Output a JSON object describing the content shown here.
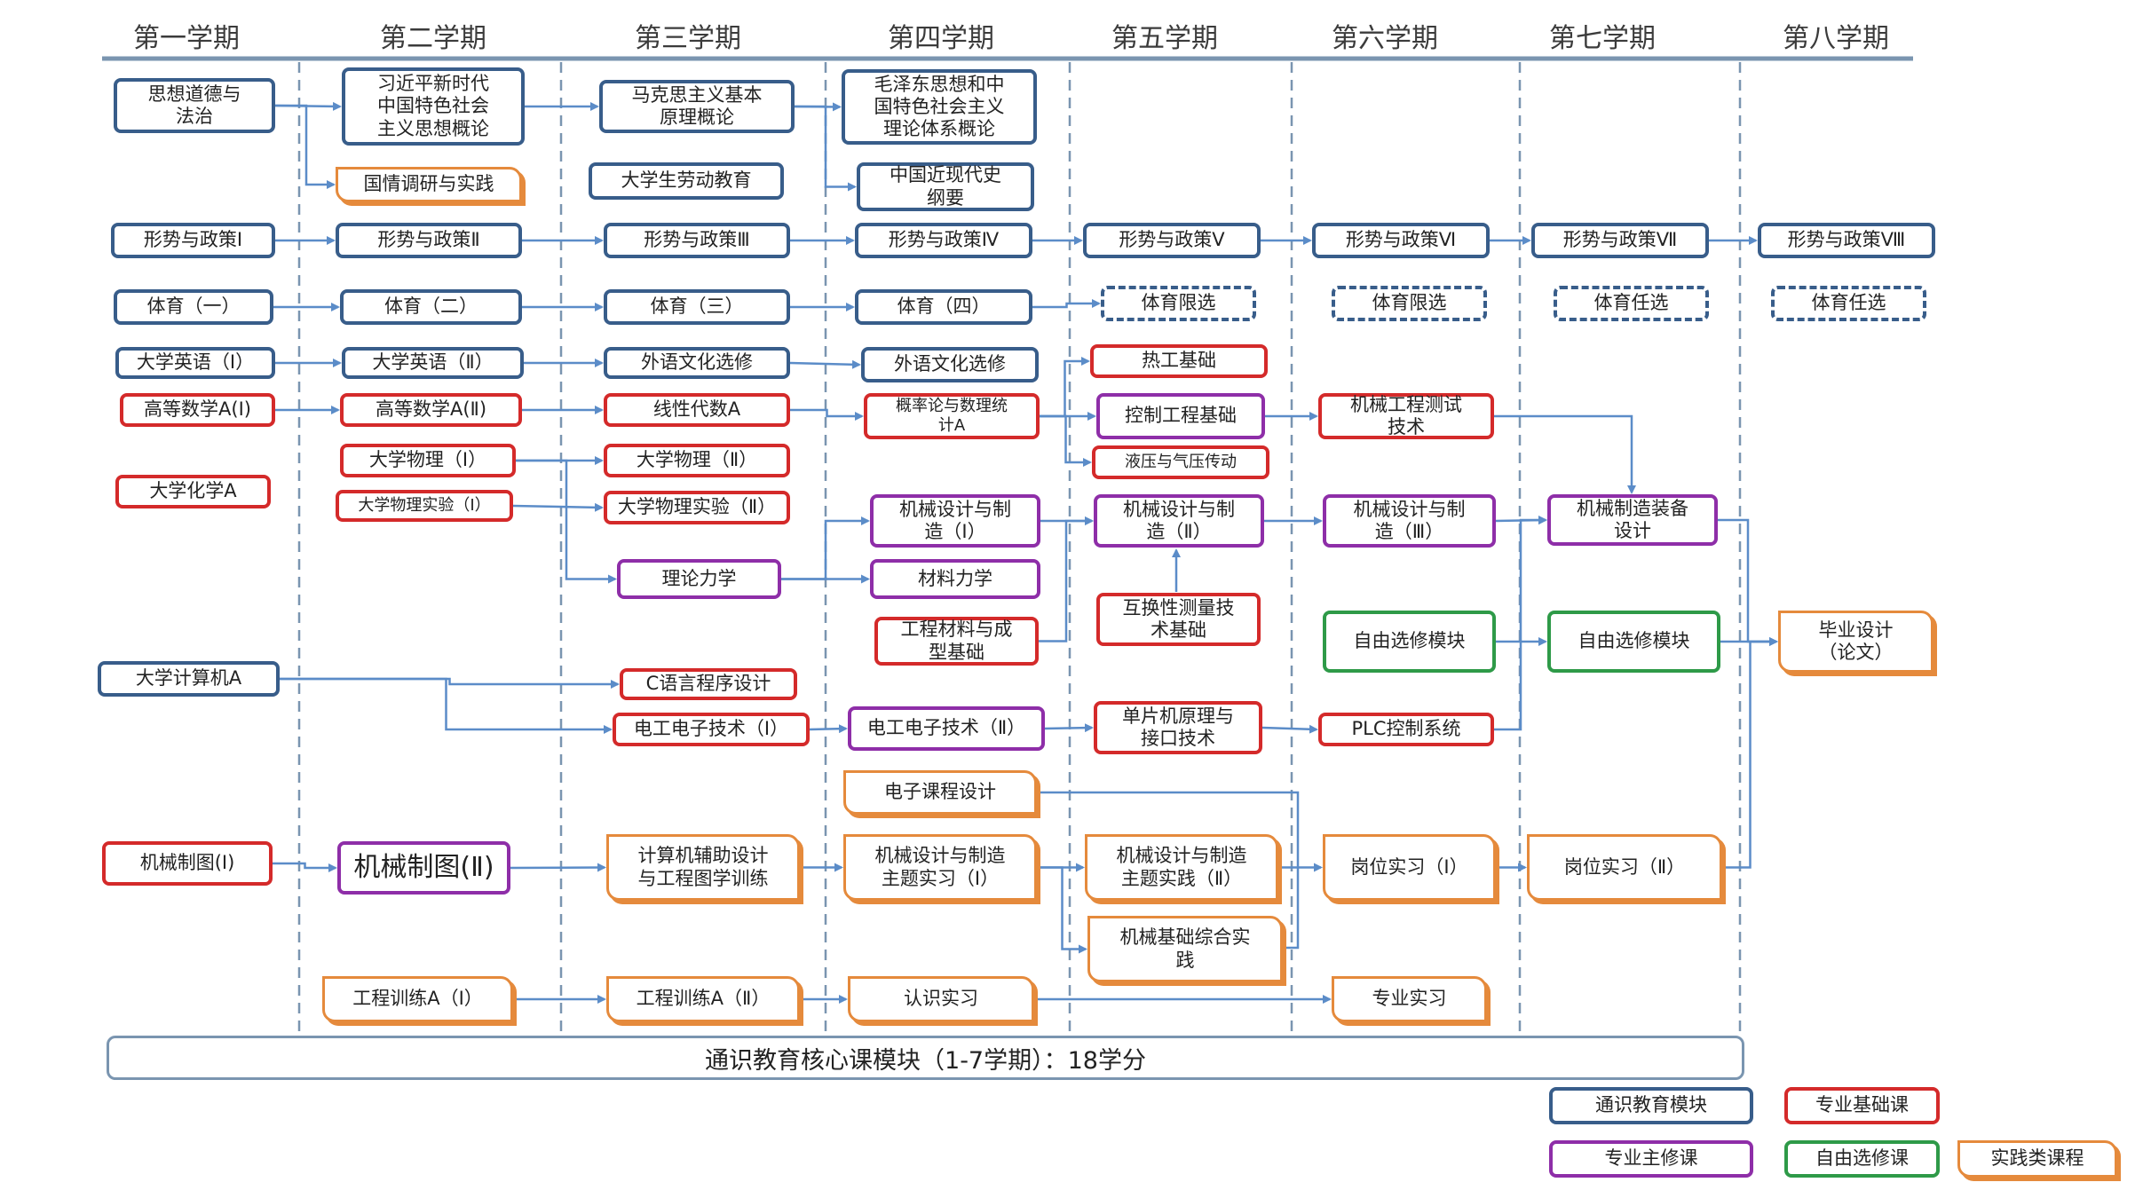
{
  "semesters": [
    "第一学期",
    "第二学期",
    "第三学期",
    "第四学期",
    "第五学期",
    "第六学期",
    "第七学期",
    "第八学期"
  ],
  "courses": {
    "c1": {
      "label": "思想道德与\n法治",
      "type": "blue"
    },
    "c2": {
      "label": "习近平新时代\n中国特色社会\n主义思想概论",
      "type": "blue"
    },
    "c3": {
      "label": "马克思主义基本\n原理概论",
      "type": "blue"
    },
    "c4": {
      "label": "毛泽东思想和中\n国特色社会主义\n理论体系概论",
      "type": "blue"
    },
    "c5": {
      "label": "国情调研与实践",
      "type": "orange"
    },
    "c6": {
      "label": "大学生劳动教育",
      "type": "blue"
    },
    "c7": {
      "label": "中国近现代史\n纲要",
      "type": "blue"
    },
    "s1": {
      "label": "形势与政策Ⅰ",
      "type": "blue"
    },
    "s2": {
      "label": "形势与政策Ⅱ",
      "type": "blue"
    },
    "s3": {
      "label": "形势与政策Ⅲ",
      "type": "blue"
    },
    "s4": {
      "label": "形势与政策Ⅳ",
      "type": "blue"
    },
    "s5": {
      "label": "形势与政策Ⅴ",
      "type": "blue"
    },
    "s6": {
      "label": "形势与政策Ⅵ",
      "type": "blue"
    },
    "s7": {
      "label": "形势与政策Ⅶ",
      "type": "blue"
    },
    "s8": {
      "label": "形势与政策Ⅷ",
      "type": "blue"
    },
    "p1": {
      "label": "体育（一）",
      "type": "blue"
    },
    "p2": {
      "label": "体育（二）",
      "type": "blue"
    },
    "p3": {
      "label": "体育（三）",
      "type": "blue"
    },
    "p4": {
      "label": "体育（四）",
      "type": "blue"
    },
    "p5": {
      "label": "体育限选",
      "type": "blue-dash"
    },
    "p6": {
      "label": "体育限选",
      "type": "blue-dash"
    },
    "p7": {
      "label": "体育任选",
      "type": "blue-dash"
    },
    "p8": {
      "label": "体育任选",
      "type": "blue-dash"
    },
    "e1": {
      "label": "大学英语（Ⅰ）",
      "type": "blue"
    },
    "e2": {
      "label": "大学英语（Ⅱ）",
      "type": "blue"
    },
    "e3": {
      "label": "外语文化选修",
      "type": "blue"
    },
    "e4": {
      "label": "外语文化选修",
      "type": "blue"
    },
    "rg": {
      "label": "热工基础",
      "type": "red"
    },
    "m1": {
      "label": "高等数学A(Ⅰ)",
      "type": "red"
    },
    "m2": {
      "label": "高等数学A(Ⅱ)",
      "type": "red"
    },
    "m3": {
      "label": "线性代数A",
      "type": "red"
    },
    "m4": {
      "label": "概率论与数理统\n计A",
      "type": "red"
    },
    "kz": {
      "label": "控制工程基础",
      "type": "purple"
    },
    "cs": {
      "label": "机械工程测试\n技术",
      "type": "red"
    },
    "yy": {
      "label": "液压与气压传动",
      "type": "red"
    },
    "wl1": {
      "label": "大学物理（Ⅰ）",
      "type": "red"
    },
    "wl2": {
      "label": "大学物理（Ⅱ）",
      "type": "red"
    },
    "hx": {
      "label": "大学化学A",
      "type": "red"
    },
    "sy1": {
      "label": "大学物理实验（Ⅰ）",
      "type": "red"
    },
    "sy2": {
      "label": "大学物理实验（Ⅱ）",
      "type": "red"
    },
    "jx1": {
      "label": "机械设计与制\n造（Ⅰ）",
      "type": "purple"
    },
    "jx2": {
      "label": "机械设计与制\n造（Ⅱ）",
      "type": "purple"
    },
    "jx3": {
      "label": "机械设计与制\n造（Ⅲ）",
      "type": "purple"
    },
    "zb": {
      "label": "机械制造装备\n设计",
      "type": "purple"
    },
    "ll": {
      "label": "理论力学",
      "type": "purple"
    },
    "cl": {
      "label": "材料力学",
      "type": "purple"
    },
    "hh": {
      "label": "互换性测量技\n术基础",
      "type": "red"
    },
    "gc": {
      "label": "工程材料与成\n型基础",
      "type": "red"
    },
    "zy6": {
      "label": "自由选修模块",
      "type": "green"
    },
    "zy7": {
      "label": "自由选修模块",
      "type": "green"
    },
    "by": {
      "label": "毕业设计\n（论文）",
      "type": "orange"
    },
    "jsj": {
      "label": "大学计算机A",
      "type": "blue"
    },
    "cyy": {
      "label": "C语言程序设计",
      "type": "red"
    },
    "dg1": {
      "label": "电工电子技术（Ⅰ）",
      "type": "red"
    },
    "dg2": {
      "label": "电工电子技术（Ⅱ）",
      "type": "purple"
    },
    "dp": {
      "label": "单片机原理与\n接口技术",
      "type": "red"
    },
    "plc": {
      "label": "PLC控制系统",
      "type": "red"
    },
    "dz": {
      "label": "电子课程设计",
      "type": "orange"
    },
    "zt1": {
      "label": "机械制图(Ⅰ)",
      "type": "red"
    },
    "zt2": {
      "label": "机械制图(Ⅱ)",
      "type": "purple"
    },
    "cad": {
      "label": "计算机辅助设计\n与工程图学训练",
      "type": "orange"
    },
    "zs1": {
      "label": "机械设计与制造\n主题实习（Ⅰ）",
      "type": "orange"
    },
    "zs2": {
      "label": "机械设计与制造\n主题实践（Ⅱ）",
      "type": "orange"
    },
    "gw1": {
      "label": "岗位实习（Ⅰ）",
      "type": "orange"
    },
    "gw2": {
      "label": "岗位实习（Ⅱ）",
      "type": "orange"
    },
    "zh": {
      "label": "机械基础综合实\n践",
      "type": "orange"
    },
    "gx1": {
      "label": "工程训练A（Ⅰ）",
      "type": "orange"
    },
    "gx2": {
      "label": "工程训练A（Ⅱ）",
      "type": "orange"
    },
    "rs": {
      "label": "认识实习",
      "type": "orange"
    },
    "zysx": {
      "label": "专业实习",
      "type": "orange"
    }
  },
  "footer": "通识教育核心课模块（1-7学期）：18学分",
  "legend": [
    {
      "label": "通识教育模块",
      "color": "#385d8a"
    },
    {
      "label": "专业基础课",
      "color": "#d42a2a"
    },
    {
      "label": "专业主修课",
      "color": "#8e2ea8"
    },
    {
      "label": "自由选修课",
      "color": "#2e9a48"
    },
    {
      "label": "实践类课程",
      "color": "#e58a3c"
    }
  ]
}
